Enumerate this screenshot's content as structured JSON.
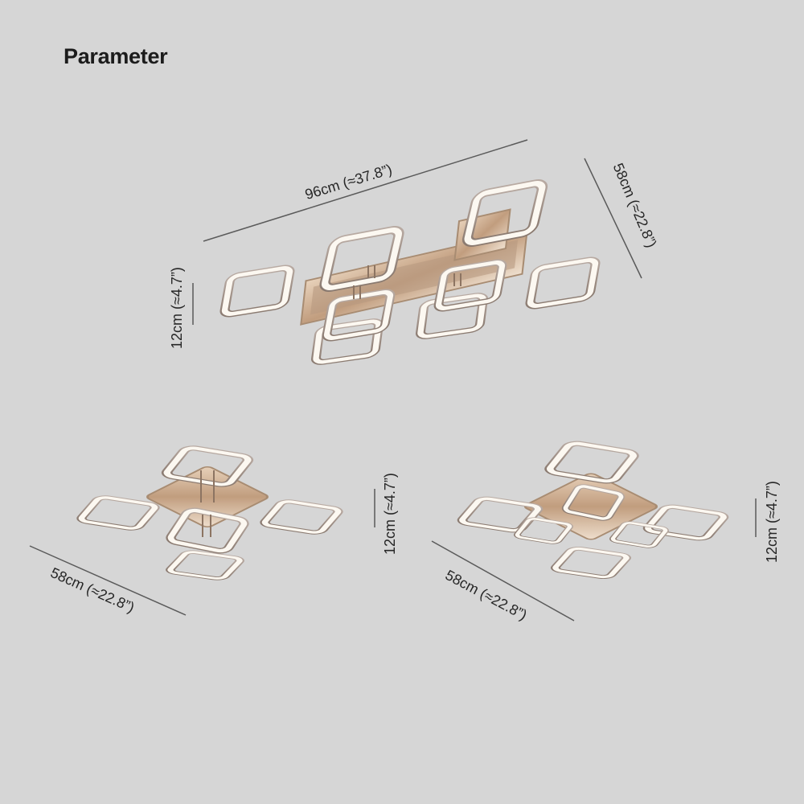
{
  "page": {
    "title": "Parameter",
    "background": "#d6d6d6"
  },
  "products": [
    {
      "id": "rectangular-8-ring",
      "rings": 8,
      "dimensions": {
        "length": "96cm (≈37.8”)",
        "width": "58cm (≈22.8”)",
        "height": "12cm (≈4.7”)"
      }
    },
    {
      "id": "square-5-ring",
      "rings": 5,
      "dimensions": {
        "width": "58cm (≈22.8”)",
        "height": "12cm (≈4.7”)"
      }
    },
    {
      "id": "square-7-ring",
      "rings": 7,
      "dimensions": {
        "width": "58cm (≈22.8”)",
        "height": "12cm (≈4.7”)"
      }
    }
  ],
  "colors": {
    "ring_frame": "#9a8a80",
    "ring_glow": "#fbf7f0",
    "base_gold": "#c9a98a",
    "dimension_line": "#5a5a5a",
    "label_text": "#262626"
  }
}
